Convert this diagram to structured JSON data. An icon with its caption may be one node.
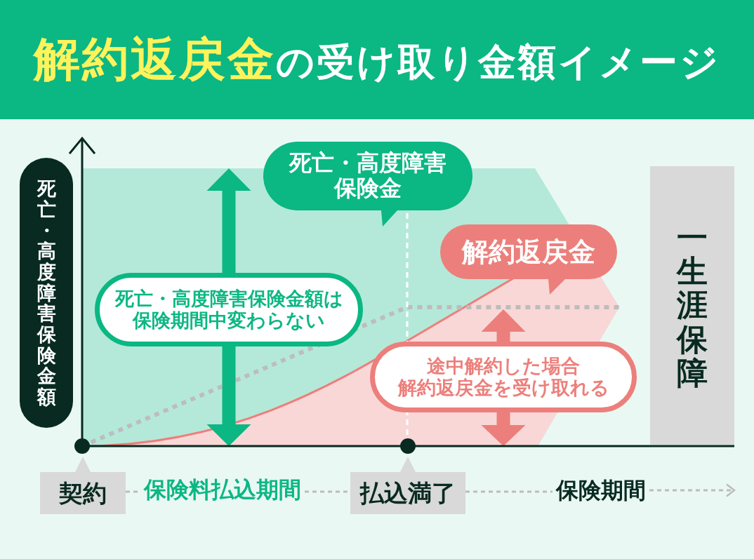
{
  "diagram": {
    "title": "**解約返戻金**の受け取り金額イメージ",
    "nodes": [
      {
        "text": [
          "死亡・高度障害保険金額"
        ]
      },
      {
        "text": [
          "死亡・高度障害保険金"
        ]
      },
      {
        "text": [
          "死亡・高度障害保険金額は保険期間中変わらない"
        ]
      },
      {
        "text": [
          "解約返戻金"
        ]
      },
      {
        "text": [
          "途中解約した場合解約返戻金を受け取れる"
        ]
      },
      {
        "text": [
          "一生涯保障"
        ]
      },
      {
        "text": [
          "契約"
        ]
      },
      {
        "text": [
          "保険料払込期間"
        ]
      },
      {
        "text": [
          "払込満了"
        ]
      },
      {
        "text": [
          "保険期間"
        ]
      }
    ],
    "edges": [
      {
        "from": 6,
        "to": 7,
        "arrow": "none",
        "style": "dashed"
      },
      {
        "from": 7,
        "to": 8,
        "arrow": "none",
        "style": "dashed"
      },
      {
        "from": 8,
        "to": 9,
        "arrow": "none",
        "style": "dashed"
      },
      {
        "from": 9,
        "to": null,
        "arrow": "to",
        "style": "dashed"
      }
    ]
  }
}
